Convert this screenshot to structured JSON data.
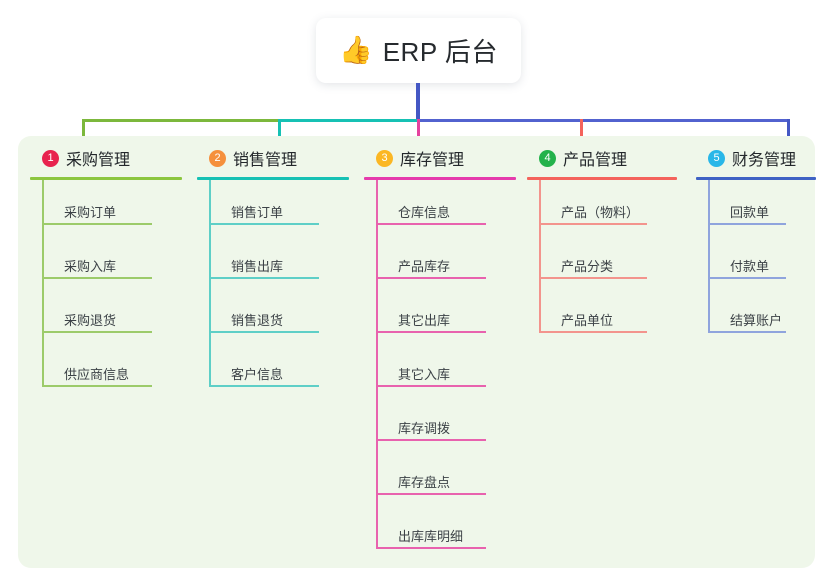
{
  "root": {
    "icon": "thumbs-up-icon",
    "emoji": "👍",
    "title": "ERP 后台"
  },
  "panel": {
    "background": "#eff7ea"
  },
  "columns": [
    {
      "index": "1",
      "title": "采购管理",
      "badge_color": "#e8234e",
      "rule_color": "#8cc63f",
      "line_color": "#9ccb6a",
      "items": [
        {
          "label": "采购订单"
        },
        {
          "label": "采购入库"
        },
        {
          "label": "采购退货"
        },
        {
          "label": "供应商信息"
        }
      ]
    },
    {
      "index": "2",
      "title": "销售管理",
      "badge_color": "#f5903c",
      "rule_color": "#16c1b4",
      "line_color": "#5ecfc7",
      "items": [
        {
          "label": "销售订单"
        },
        {
          "label": "销售出库"
        },
        {
          "label": "销售退货"
        },
        {
          "label": "客户信息"
        }
      ]
    },
    {
      "index": "3",
      "title": "库存管理",
      "badge_color": "#fbb724",
      "rule_color": "#e53bac",
      "line_color": "#e862ae",
      "items": [
        {
          "label": "仓库信息"
        },
        {
          "label": "产品库存"
        },
        {
          "label": "其它出库"
        },
        {
          "label": "其它入库"
        },
        {
          "label": "库存调拨"
        },
        {
          "label": "库存盘点"
        },
        {
          "label": "出库库明细"
        }
      ]
    },
    {
      "index": "4",
      "title": "产品管理",
      "badge_color": "#23b24b",
      "rule_color": "#f4635c",
      "line_color": "#f3948d",
      "items": [
        {
          "label": "产品（物料）"
        },
        {
          "label": "产品分类"
        },
        {
          "label": "产品单位"
        }
      ]
    },
    {
      "index": "5",
      "title": "财务管理",
      "badge_color": "#29b7e8",
      "rule_color": "#3f62c4",
      "line_color": "#8fa4dd",
      "items": [
        {
          "label": "回款单"
        },
        {
          "label": "付款单"
        },
        {
          "label": "结算账户"
        }
      ]
    }
  ],
  "connectors": {
    "stem_color": "#4457c4",
    "bar_segment_1_color": "#7cb83c",
    "bar_segment_2_color": "#16c1b4",
    "bar_segment_3_color": "#5262cf",
    "drop_1_color": "#7cb83c",
    "drop_2_color": "#16c1b4",
    "drop_3_color": "#e5429f",
    "drop_4_color": "#f4635c",
    "drop_5_color": "#4457c4"
  }
}
